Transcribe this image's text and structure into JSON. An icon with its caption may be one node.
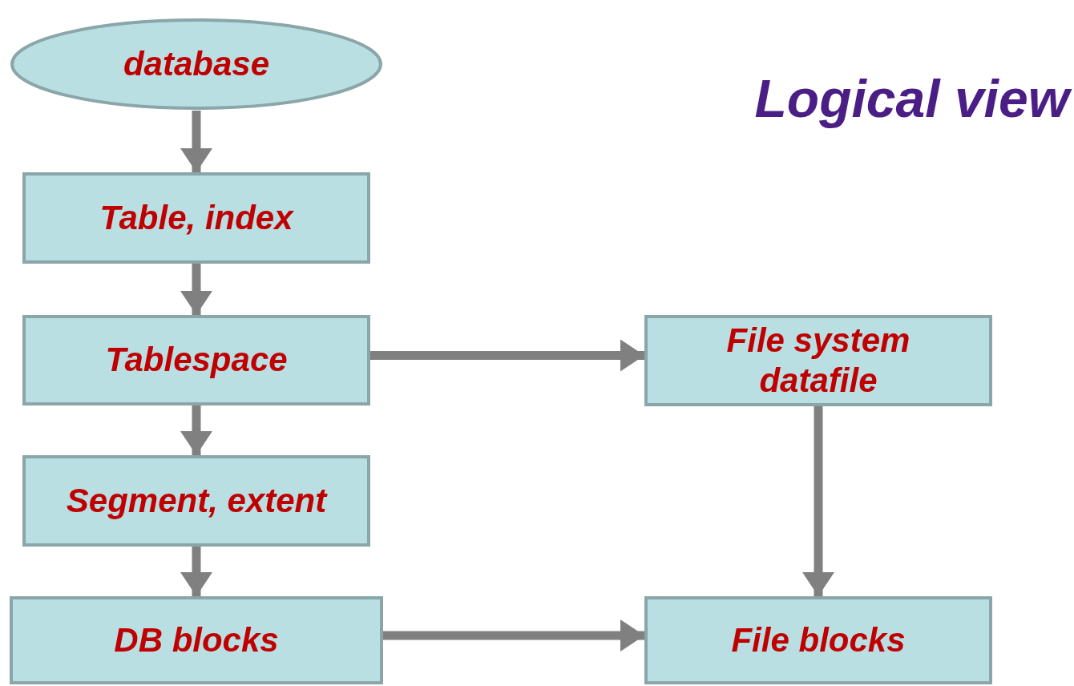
{
  "diagram": {
    "title": "Logical view",
    "nodes": [
      {
        "text": [
          "database"
        ]
      },
      {
        "text": [
          "Table, index"
        ]
      },
      {
        "text": [
          "Tablespace"
        ]
      },
      {
        "text": [
          "Segment, extent"
        ]
      },
      {
        "text": [
          "DB blocks"
        ]
      },
      {
        "text": [
          "File system datafile"
        ]
      },
      {
        "text": [
          "File blocks"
        ]
      }
    ],
    "edges": [
      {
        "from": 0,
        "to": 1,
        "arrow": "to"
      },
      {
        "from": 1,
        "to": 2,
        "arrow": "to"
      },
      {
        "from": 2,
        "to": 3,
        "arrow": "to"
      },
      {
        "from": 3,
        "to": 4,
        "arrow": "to"
      },
      {
        "from": 2,
        "to": 5,
        "arrow": "to"
      },
      {
        "from": 5,
        "to": 6,
        "arrow": "to"
      },
      {
        "from": 4,
        "to": 6,
        "arrow": "to"
      }
    ]
  }
}
